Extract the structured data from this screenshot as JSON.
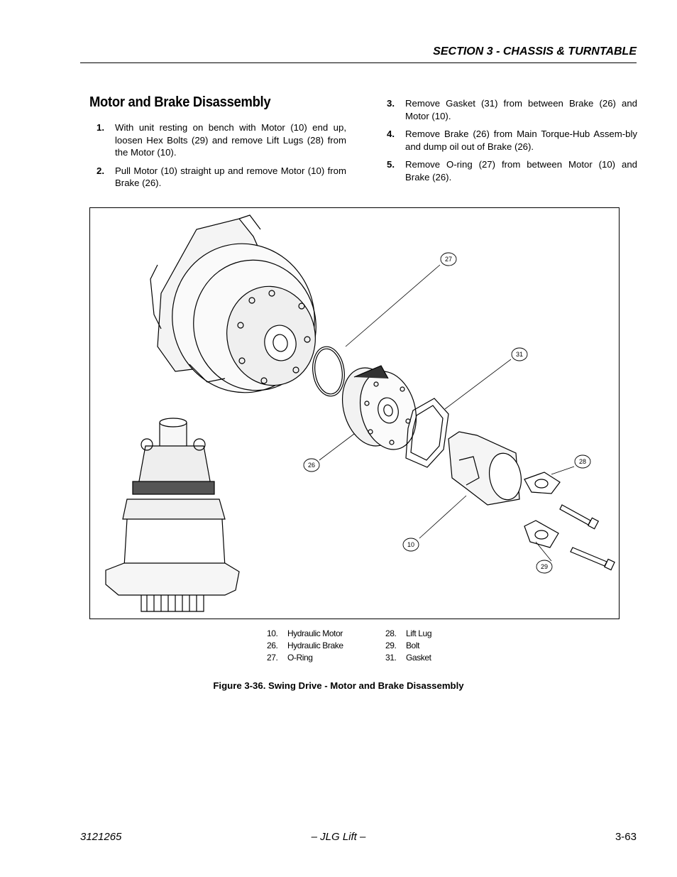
{
  "header": {
    "section_title": "SECTION 3 - CHASSIS & TURNTABLE"
  },
  "section": {
    "heading": "Motor and Brake Disassembly",
    "steps": [
      {
        "num": "1.",
        "text": "With unit resting on bench with Motor (10) end up, loosen Hex Bolts (29) and remove Lift Lugs (28) from the Motor (10)."
      },
      {
        "num": "2.",
        "text": "Pull Motor (10) straight up and remove Motor (10) from Brake (26)."
      },
      {
        "num": "3.",
        "text": "Remove Gasket (31) from between Brake (26) and Motor (10)."
      },
      {
        "num": "4.",
        "text": "Remove Brake (26) from Main Torque-Hub Assem-bly and dump oil out of Brake (26)."
      },
      {
        "num": "5.",
        "text": "Remove O-ring (27) from between Motor (10) and Brake (26)."
      }
    ]
  },
  "figure": {
    "callouts": [
      "27",
      "31",
      "26",
      "28",
      "10",
      "29"
    ],
    "legend": [
      {
        "num": "10.",
        "label": "Hydraulic Motor"
      },
      {
        "num": "26.",
        "label": "Hydraulic Brake"
      },
      {
        "num": "27.",
        "label": "O-Ring"
      },
      {
        "num": "28.",
        "label": "Lift Lug"
      },
      {
        "num": "29.",
        "label": "Bolt"
      },
      {
        "num": "31.",
        "label": "Gasket"
      }
    ],
    "caption": "Figure 3-36. Swing Drive - Motor and Brake Disassembly"
  },
  "footer": {
    "doc_number": "3121265",
    "center": "– JLG Lift –",
    "page": "3-63"
  }
}
